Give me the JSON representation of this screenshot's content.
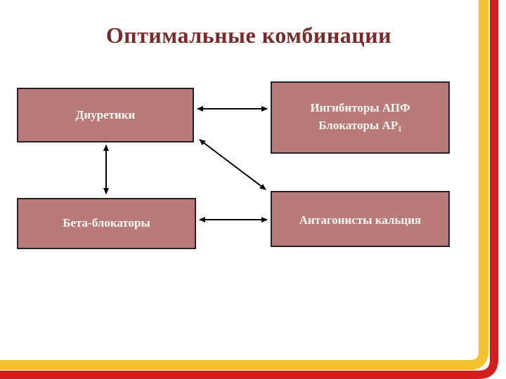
{
  "title": "Оптимальные комбинации",
  "boxes": {
    "diuretics": "Диуретики",
    "beta_blockers": "Бета-блокаторы",
    "ace_line1": "Ингибиторы АПФ",
    "ace_line2": "Блокаторы АР",
    "ace_line2_sub": "1",
    "calcium": "Антагонисты кальция"
  },
  "colors": {
    "box_fill": "#b97a7a",
    "title": "#7a2a2a",
    "frame_red": "#d41f1f",
    "frame_yellow": "#f2c22e"
  }
}
